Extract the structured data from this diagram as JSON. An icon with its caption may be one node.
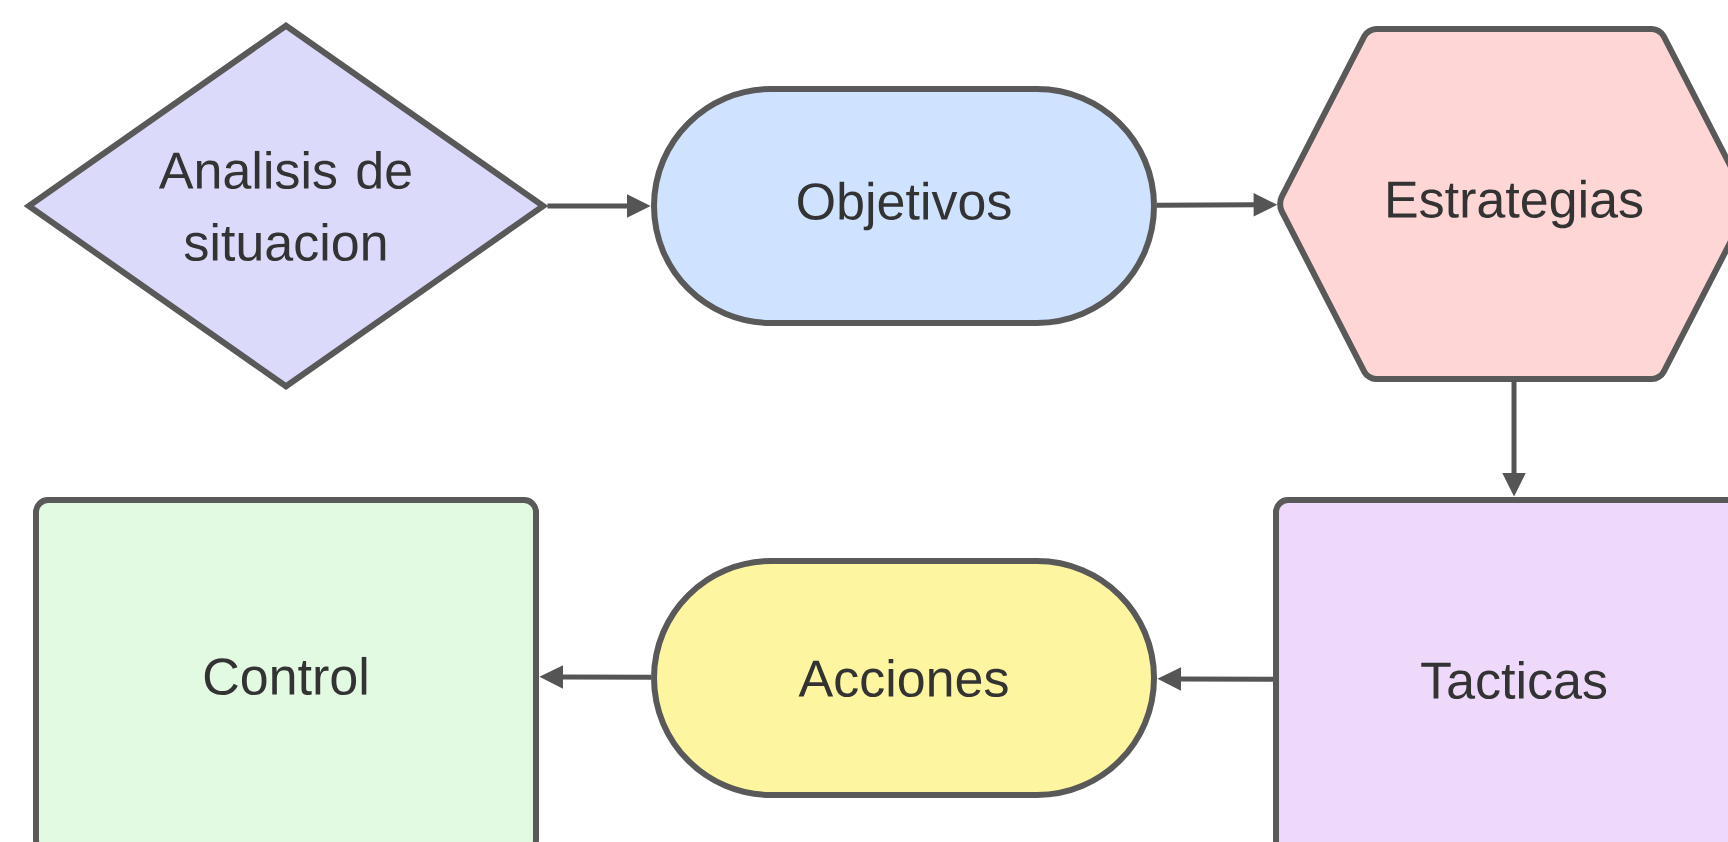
{
  "diagram": {
    "nodes": [
      {
        "text": [
          "Analisis de situacion"
        ]
      },
      {
        "text": [
          "Objetivos"
        ]
      },
      {
        "text": [
          "Estrategias"
        ]
      },
      {
        "text": [
          "Tacticas"
        ]
      },
      {
        "text": [
          "Acciones"
        ]
      },
      {
        "text": [
          "Control"
        ]
      }
    ],
    "edges": [
      {
        "from": 0,
        "to": 1,
        "arrow": "to"
      },
      {
        "from": 1,
        "to": 2,
        "arrow": "to"
      },
      {
        "from": 2,
        "to": 3,
        "arrow": "to"
      },
      {
        "from": 3,
        "to": 4,
        "arrow": "to"
      },
      {
        "from": 4,
        "to": 5,
        "arrow": "to"
      }
    ]
  }
}
